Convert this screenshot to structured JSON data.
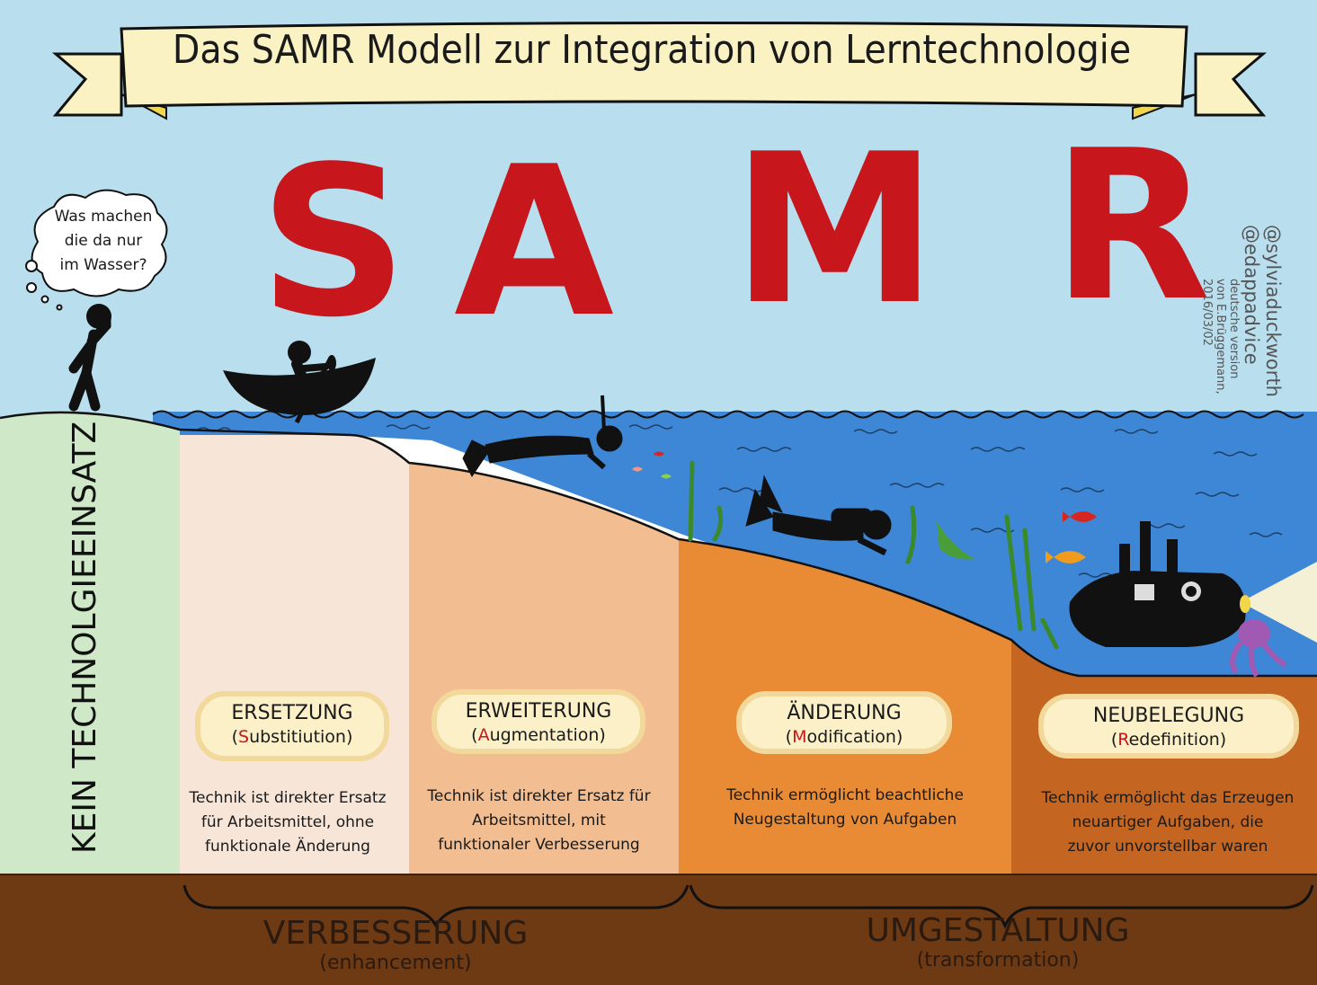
{
  "title": "Das SAMR Modell zur Integration von Lerntechnologie",
  "letters": [
    "S",
    "A",
    "M",
    "R"
  ],
  "thought_bubble": [
    "Was machen",
    "die da nur",
    "im Wasser?"
  ],
  "no_tech_label": "KEIN TECHNOLGIEEINSATZ",
  "credits": {
    "author": "@sylviaduckworth",
    "coauthor": "@edappadvice",
    "version_line": "deutsche version",
    "translator": "von E.Brüggemann,",
    "date": "2016/03/02"
  },
  "stages": [
    {
      "title": "ERSETZUNG",
      "sub_open": "(",
      "sub_first": "S",
      "sub_rest": "ubstitiution)",
      "desc": [
        "Technik ist direkter Ersatz",
        "für Arbeitsmittel, ohne",
        "funktionale Änderung"
      ]
    },
    {
      "title": "ERWEITERUNG",
      "sub_open": "(",
      "sub_first": "A",
      "sub_rest": "ugmentation)",
      "desc": [
        "Technik ist direkter Ersatz für",
        "Arbeitsmittel, mit",
        "funktionaler Verbesserung"
      ]
    },
    {
      "title": "ÄNDERUNG",
      "sub_open": "(",
      "sub_first": "M",
      "sub_rest": "odification)",
      "desc": [
        "Technik ermöglicht beachtliche",
        "Neugestaltung von Aufgaben"
      ]
    },
    {
      "title": "NEUBELEGUNG",
      "sub_open": "(",
      "sub_first": "R",
      "sub_rest": "edefinition)",
      "desc": [
        "Technik ermöglicht das Erzeugen",
        "neuartiger Aufgaben, die",
        "zuvor unvorstellbar waren"
      ]
    }
  ],
  "phases": [
    {
      "title": "VERBESSERUNG",
      "sub": "(enhancement)"
    },
    {
      "title": "UMGESTALTUNG",
      "sub": "(transformation)"
    }
  ],
  "colors": {
    "sky": "#b9dfee",
    "water": "#3d87d6",
    "letters": "#c8161d",
    "banner": "#fbf2c4",
    "green_land": "#cfe8c7",
    "sand1": "#f7e5d8",
    "sand2": "#f1bd91",
    "sand3": "#e98b35",
    "sand4": "#c46621",
    "soil": "#6e3a14"
  }
}
